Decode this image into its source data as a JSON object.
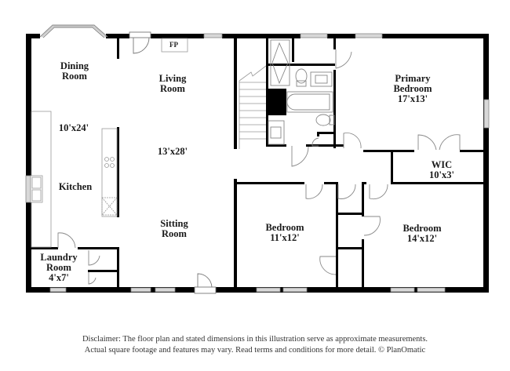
{
  "floor_plan": {
    "rooms": [
      {
        "id": "dining",
        "name": "Dining Room",
        "line1": "Dining",
        "line2": "Room",
        "dimensions": ""
      },
      {
        "id": "living",
        "name": "Living Room",
        "line1": "Living",
        "line2": "Room",
        "dimensions": ""
      },
      {
        "id": "dining-kitchen-dim",
        "dimensions": "10'x24'"
      },
      {
        "id": "living-sitting-dim",
        "dimensions": "13'x28'"
      },
      {
        "id": "kitchen",
        "name": "Kitchen",
        "line1": "Kitchen"
      },
      {
        "id": "sitting",
        "name": "Sitting Room",
        "line1": "Sitting",
        "line2": "Room"
      },
      {
        "id": "laundry",
        "name": "Laundry Room",
        "line1": "Laundry",
        "line2": "Room",
        "dimensions": "4'x7'"
      },
      {
        "id": "primary",
        "name": "Primary Bedroom",
        "line1": "Primary",
        "line2": "Bedroom",
        "dimensions": "17'x13'"
      },
      {
        "id": "wic",
        "name": "WIC",
        "line1": "WIC",
        "dimensions": "10'x3'"
      },
      {
        "id": "bedroom2",
        "name": "Bedroom",
        "line1": "Bedroom",
        "dimensions": "11'x12'"
      },
      {
        "id": "bedroom3",
        "name": "Bedroom",
        "line1": "Bedroom",
        "dimensions": "14'x12'"
      }
    ],
    "fixtures": {
      "fireplace": "FP"
    },
    "colors": {
      "wall": "#000000",
      "fixture_line": "#888888",
      "window": "#cccccc",
      "text": "#1a1a1a"
    }
  },
  "disclaimer": {
    "line1": "Disclaimer: The floor plan and stated dimensions in this illustration serve as approximate measurements.",
    "line2": "Actual square footage and features may vary. Read terms and conditions for more detail. © PlanOmatic"
  }
}
